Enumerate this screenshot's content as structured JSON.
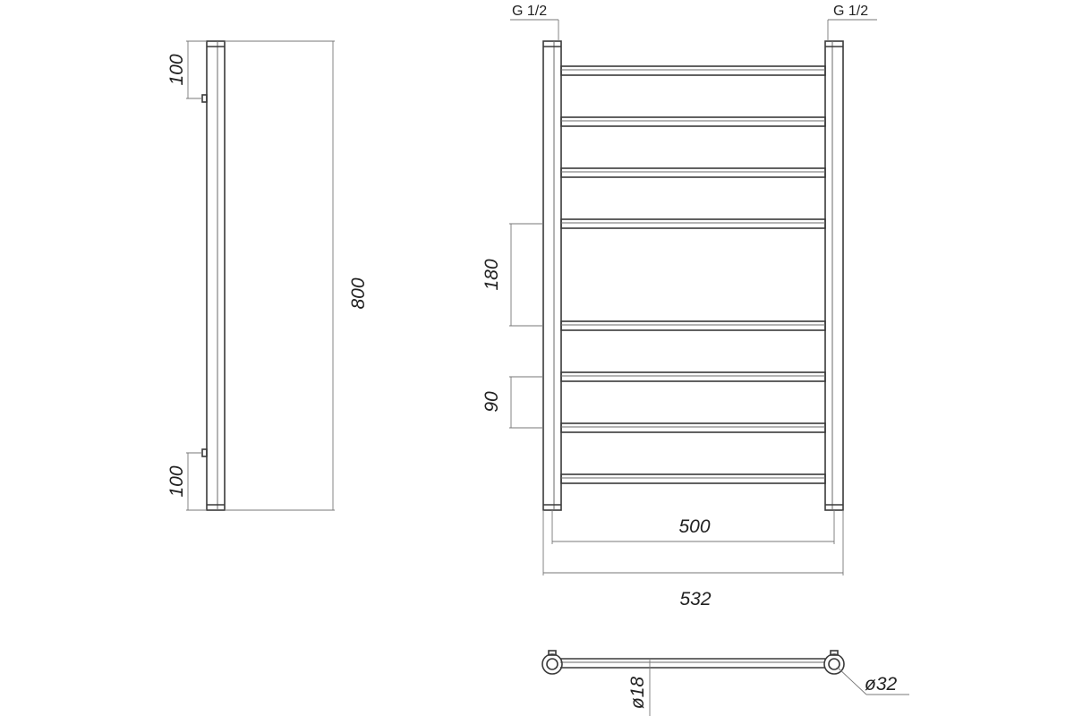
{
  "side_view": {
    "top_offset": "100",
    "bottom_offset": "100",
    "height": "800"
  },
  "front_view": {
    "left_connection": "G 1/2",
    "right_connection": "G 1/2",
    "bar_spacing_large": "180",
    "bar_spacing_small": "90",
    "center_distance": "500",
    "total_width": "532"
  },
  "bottom_view": {
    "bar_diameter": "ø18",
    "tube_diameter": "ø32"
  }
}
